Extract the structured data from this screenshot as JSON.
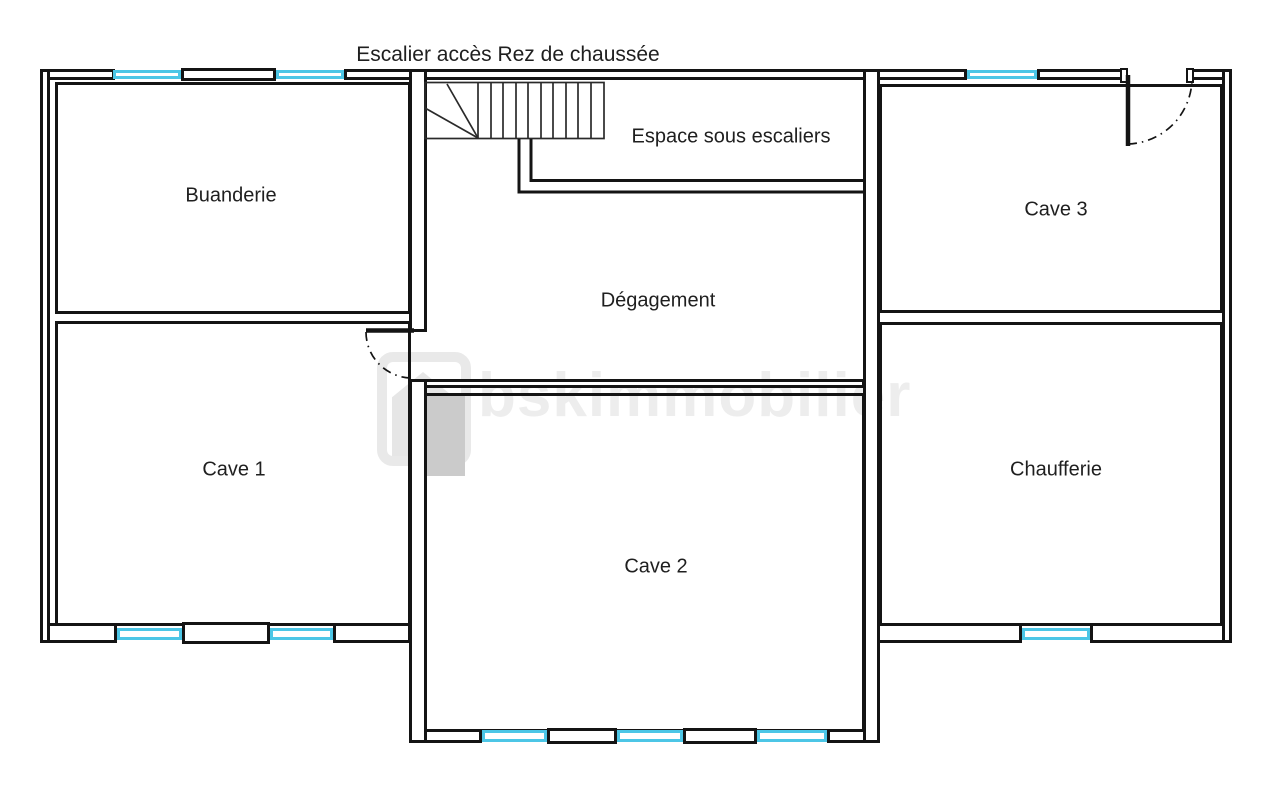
{
  "title": "Escalier accès Rez de chaussée",
  "watermark": {
    "text": "bskimmobilier"
  },
  "rooms": {
    "buanderie": {
      "label": "Buanderie"
    },
    "cave1": {
      "label": "Cave 1"
    },
    "cave2": {
      "label": "Cave 2"
    },
    "cave3": {
      "label": "Cave 3"
    },
    "chaufferie": {
      "label": "Chaufferie"
    },
    "degagement": {
      "label": "Dégagement"
    },
    "espace": {
      "label": "Espace sous escaliers"
    }
  },
  "colors": {
    "wall": "#141414",
    "window": "#4cc6e6",
    "label": "#1f1f1f",
    "watermark": "#ededed"
  }
}
